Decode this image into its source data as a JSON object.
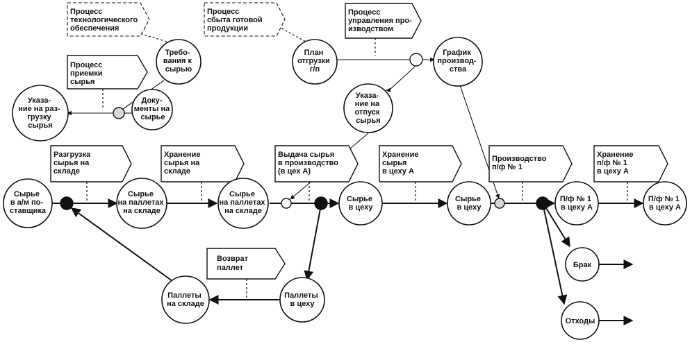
{
  "diagram": {
    "processes": [
      {
        "id": "p_tech",
        "dashed": true,
        "lines": [
          "Процесс",
          "технологического",
          "обеспечения"
        ]
      },
      {
        "id": "p_sales",
        "dashed": true,
        "lines": [
          "Процесс",
          "сбыта готовой",
          "продукции"
        ]
      },
      {
        "id": "p_mgmt",
        "dashed": false,
        "lines": [
          "Процесс",
          "управления про-",
          "изводством"
        ]
      },
      {
        "id": "p_receive",
        "dashed": false,
        "lines": [
          "Процесс",
          "приемки",
          "сырья"
        ]
      },
      {
        "id": "p_unload",
        "dashed": false,
        "lines": [
          "Разгрузка",
          "сырья на",
          "складе"
        ]
      },
      {
        "id": "p_store_wh",
        "dashed": false,
        "lines": [
          "Хранение",
          "сырья на",
          "складе"
        ]
      },
      {
        "id": "p_issue",
        "dashed": false,
        "lines": [
          "Выдача сырья",
          "в производство",
          "(в цех А)"
        ]
      },
      {
        "id": "p_store_shop",
        "dashed": false,
        "lines": [
          "Хранение",
          "сырья",
          "в цеху А"
        ]
      },
      {
        "id": "p_production",
        "dashed": false,
        "lines": [
          "Производство",
          "п/ф № 1"
        ]
      },
      {
        "id": "p_store_pf",
        "dashed": false,
        "lines": [
          "Хранение",
          "п/ф № 1",
          "в цеху А"
        ]
      },
      {
        "id": "p_return",
        "dashed": false,
        "lines": [
          "Возврат",
          "паллет"
        ]
      }
    ],
    "objects": [
      {
        "id": "o_requirements",
        "lines": [
          "Требо-",
          "вания к",
          "сырью"
        ]
      },
      {
        "id": "o_plan",
        "lines": [
          "План",
          "отгрузки",
          "г/п"
        ]
      },
      {
        "id": "o_schedule",
        "lines": [
          "График",
          "производ-",
          "ства"
        ]
      },
      {
        "id": "o_release",
        "lines": [
          "Указа-",
          "ние на",
          "отпуск",
          "сырья"
        ]
      },
      {
        "id": "o_unload_instr",
        "lines": [
          "Указа-",
          "ние на раз-",
          "грузку",
          "сырья"
        ]
      },
      {
        "id": "o_docs",
        "lines": [
          "Доку-",
          "менты на",
          "сырье"
        ]
      },
      {
        "id": "o_supplier",
        "lines": [
          "Сырье",
          "в а/м по-",
          "ставщика"
        ]
      },
      {
        "id": "o_pallets_wh",
        "lines": [
          "Сырье",
          "на паллетах",
          "на складе"
        ]
      },
      {
        "id": "o_pallets_wh2",
        "lines": [
          "Сырье",
          "на паллетах",
          "на складе"
        ]
      },
      {
        "id": "o_shop1",
        "lines": [
          "Сырье",
          "в цеху"
        ]
      },
      {
        "id": "o_shop2",
        "lines": [
          "Сырье",
          "в цеху"
        ]
      },
      {
        "id": "o_pf1",
        "lines": [
          "П/ф № 1",
          "в цеху А"
        ]
      },
      {
        "id": "o_pf2",
        "lines": [
          "П/ф № 1",
          "в цеху А"
        ]
      },
      {
        "id": "o_defect",
        "lines": [
          "Брак"
        ]
      },
      {
        "id": "o_waste",
        "lines": [
          "Отходы"
        ]
      },
      {
        "id": "o_pallets_shop",
        "lines": [
          "Паллеты",
          "в цеху"
        ]
      },
      {
        "id": "o_pallets_store",
        "lines": [
          "Паллеты",
          "на складе"
        ]
      }
    ]
  }
}
